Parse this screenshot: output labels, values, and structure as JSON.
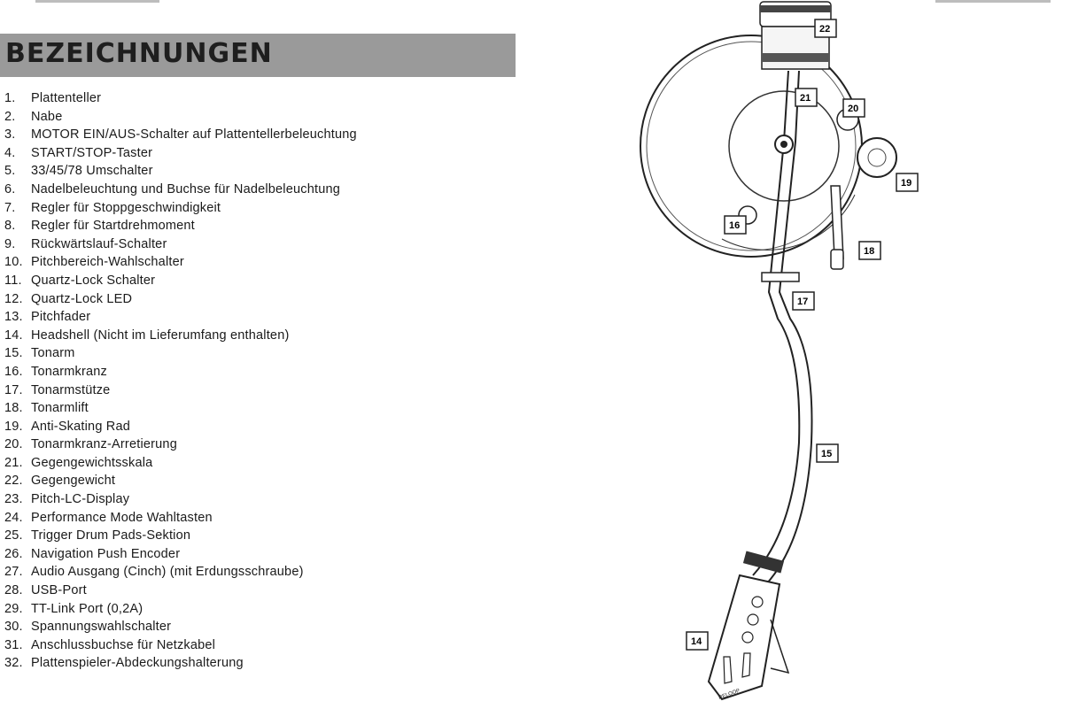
{
  "title": "BEZEICHNUNGEN",
  "items": [
    {
      "num": "1.",
      "text": "Plattenteller"
    },
    {
      "num": "2.",
      "text": "Nabe"
    },
    {
      "num": "3.",
      "text": "MOTOR EIN/AUS-Schalter auf Plattentellerbeleuchtung"
    },
    {
      "num": "4.",
      "text": "START/STOP-Taster"
    },
    {
      "num": "5.",
      "text": "33/45/78 Umschalter"
    },
    {
      "num": "6.",
      "text": "Nadelbeleuchtung und Buchse für Nadelbeleuchtung"
    },
    {
      "num": "7.",
      "text": "Regler für Stoppgeschwindigkeit"
    },
    {
      "num": "8.",
      "text": "Regler für Startdrehmoment"
    },
    {
      "num": "9.",
      "text": "Rückwärtslauf-Schalter"
    },
    {
      "num": "10.",
      "text": "Pitchbereich-Wahlschalter"
    },
    {
      "num": "11.",
      "text": "Quartz-Lock Schalter"
    },
    {
      "num": "12.",
      "text": "Quartz-Lock LED"
    },
    {
      "num": "13.",
      "text": "Pitchfader"
    },
    {
      "num": "14.",
      "text": "Headshell (Nicht im Lieferumfang enthalten)"
    },
    {
      "num": "15.",
      "text": "Tonarm"
    },
    {
      "num": "16.",
      "text": "Tonarmkranz"
    },
    {
      "num": "17.",
      "text": "Tonarmstütze"
    },
    {
      "num": "18.",
      "text": "Tonarmlift"
    },
    {
      "num": "19.",
      "text": "Anti-Skating Rad"
    },
    {
      "num": "20.",
      "text": "Tonarmkranz-Arretierung"
    },
    {
      "num": "21.",
      "text": "Gegengewichtsskala"
    },
    {
      "num": "22.",
      "text": "Gegengewicht"
    },
    {
      "num": "23.",
      "text": "Pitch-LC-Display"
    },
    {
      "num": "24.",
      "text": "Performance Mode Wahltasten"
    },
    {
      "num": "25.",
      "text": "Trigger Drum Pads-Sektion"
    },
    {
      "num": "26.",
      "text": "Navigation Push Encoder"
    },
    {
      "num": "27.",
      "text": "Audio Ausgang (Cinch) (mit Erdungsschraube)"
    },
    {
      "num": "28.",
      "text": "USB-Port"
    },
    {
      "num": "29.",
      "text": "TT-Link Port (0,2A)"
    },
    {
      "num": "30.",
      "text": "Spannungswahlschalter"
    },
    {
      "num": "31.",
      "text": "Anschlussbuchse für Netzkabel"
    },
    {
      "num": "32.",
      "text": "Plattenspieler-Abdeckungshalterung"
    }
  ],
  "diagram_labels": {
    "l22": "22",
    "l21": "21",
    "l20": "20",
    "l19": "19",
    "l16": "16",
    "l18": "18",
    "l17": "17",
    "l15": "15",
    "l14": "14"
  },
  "brand_mark": "RELOOP"
}
